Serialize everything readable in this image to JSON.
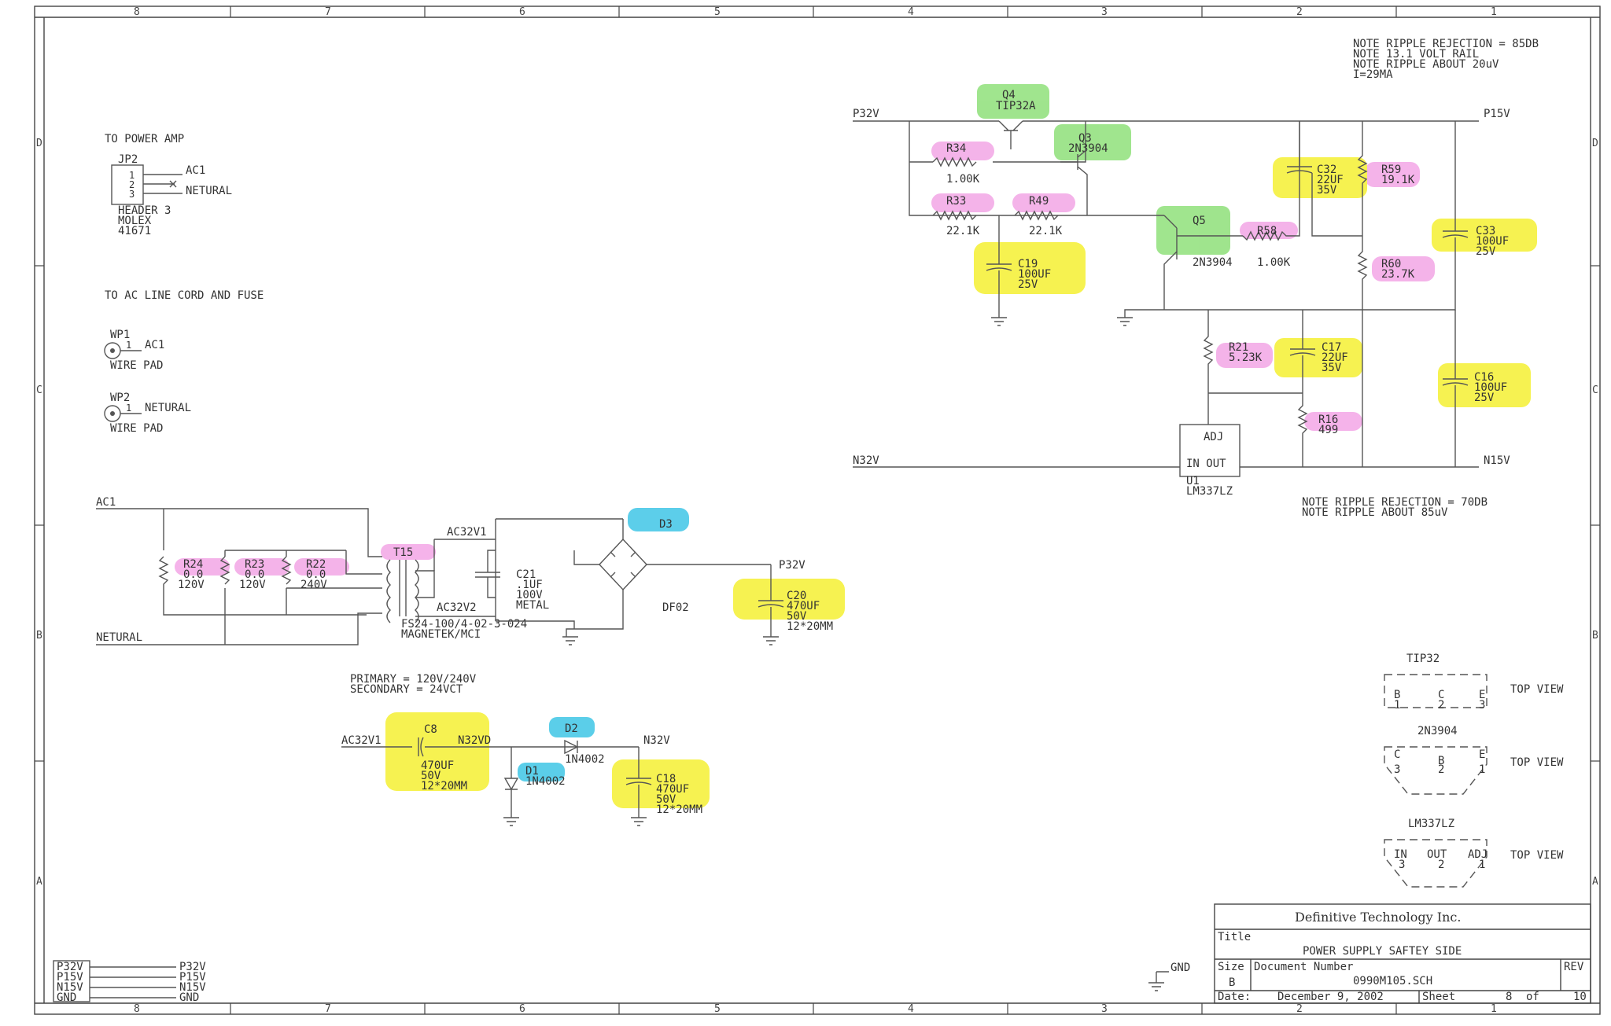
{
  "frame": {
    "zones_top": [
      "8",
      "7",
      "6",
      "5",
      "4",
      "3",
      "2",
      "1"
    ],
    "zones_bottom": [
      "8",
      "7",
      "6",
      "5",
      "4",
      "3",
      "2",
      "1"
    ],
    "zones_side": [
      "D",
      "C",
      "B",
      "A"
    ]
  },
  "notes": {
    "top": [
      "NOTE RIPPLE REJECTION = 85DB",
      "NOTE 13.1 VOLT RAIL",
      "NOTE RIPPLE ABOUT 20uV",
      "I=29MA"
    ],
    "bottom": [
      "NOTE RIPPLE REJECTION = 70DB",
      "NOTE RIPPLE ABOUT 85uV"
    ],
    "primary": [
      "PRIMARY = 120V/240V",
      "SECONDARY = 24VCT"
    ]
  },
  "labels": {
    "to_power_amp": "TO POWER AMP",
    "jp2": "JP2",
    "jp2_pins": [
      "1",
      "2",
      "3"
    ],
    "ac1": "AC1",
    "netural": "NETURAL",
    "header": [
      "HEADER 3",
      "MOLEX",
      "41671"
    ],
    "to_ac_line": "TO AC LINE CORD AND FUSE",
    "wp1": "WP1",
    "wp2": "WP2",
    "wire_pad": "WIRE PAD",
    "pin1": "1",
    "ac1_left": "AC1",
    "netural_left": "NETURAL",
    "transformer": "T15",
    "transformer_part": [
      "FS24-100/4-02-3-024",
      "MAGNETEK/MCI"
    ],
    "ac32v1": "AC32V1",
    "ac32v2": "AC32V2",
    "ac32v1_b": "AC32V1",
    "n32vd": "N32VD",
    "n32v": "N32V",
    "p32v_bridge": "P32V",
    "df02": "DF02",
    "p32v_top": "P32V",
    "p15v": "P15V",
    "n32v_right": "N32V",
    "n15v": "N15V",
    "gnd": "GND",
    "power_legend": [
      "P32V",
      "P15V",
      "N15V",
      "GND"
    ]
  },
  "components": {
    "Q4": [
      "Q4",
      "TIP32A"
    ],
    "Q3": [
      "Q3",
      "2N3904"
    ],
    "Q5": [
      "Q5",
      "2N3904"
    ],
    "R34": [
      "R34",
      "1.00K"
    ],
    "R33": [
      "R33",
      "22.1K"
    ],
    "R49": [
      "R49",
      "22.1K"
    ],
    "R58": [
      "R58",
      "1.00K"
    ],
    "R59": [
      "R59",
      "19.1K"
    ],
    "R60": [
      "R60",
      "23.7K"
    ],
    "R21": [
      "R21",
      "5.23K"
    ],
    "R16": [
      "R16",
      "499"
    ],
    "C19": [
      "C19",
      "100UF",
      "25V"
    ],
    "C32": [
      "C32",
      "22UF",
      "35V"
    ],
    "C33": [
      "C33",
      "100UF",
      "25V"
    ],
    "C17": [
      "C17",
      "22UF",
      "35V"
    ],
    "C16": [
      "C16",
      "100UF",
      "25V"
    ],
    "U1": [
      "U1",
      "LM337LZ",
      "IN OUT",
      "ADJ"
    ],
    "R24": [
      "R24",
      "0.0",
      "120V"
    ],
    "R23": [
      "R23",
      "0.0",
      "120V"
    ],
    "R22": [
      "R22",
      "0.0",
      "240V"
    ],
    "C21": [
      "C21",
      ".1UF",
      "100V",
      "METAL"
    ],
    "D3": "D3",
    "C20": [
      "C20",
      "470UF",
      "50V",
      "12*20MM"
    ],
    "C8": [
      "C8",
      "470UF",
      "50V",
      "12*20MM"
    ],
    "D2": [
      "D2",
      "1N4002"
    ],
    "D1": [
      "D1",
      "1N4002"
    ],
    "C18": [
      "C18",
      "470UF",
      "50V",
      "12*20MM"
    ]
  },
  "pinouts": {
    "tip32": {
      "title": "TIP32",
      "pins": [
        "B",
        "C",
        "E"
      ],
      "nums": [
        "1",
        "2",
        "3"
      ],
      "view": "TOP VIEW"
    },
    "n3904": {
      "title": "2N3904",
      "pins": [
        "C",
        "B",
        "E"
      ],
      "nums": [
        "3",
        "2",
        "1"
      ],
      "view": "TOP VIEW"
    },
    "lm337": {
      "title": "LM337LZ",
      "pins": [
        "IN",
        "OUT",
        "ADJ"
      ],
      "nums": [
        "3",
        "2",
        "1"
      ],
      "view": "TOP VIEW"
    }
  },
  "title_block": {
    "company": "Definitive Technology Inc.",
    "title_label": "Title",
    "title": "POWER SUPPLY SAFTEY SIDE",
    "size_label": "Size",
    "size": "B",
    "docnum_label": "Document Number",
    "docnum": "0990M105.SCH",
    "rev_label": "REV",
    "date_label": "Date:",
    "date": "December  9, 2002",
    "sheet_label": "Sheet",
    "sheet": "8",
    "of_label": "of",
    "total": "10"
  },
  "highlight_colors": {
    "resistor": "#f3a6e6",
    "capacitor": "#f5f032",
    "transistor": "#8fe07a",
    "diode": "#3fc6e6"
  }
}
